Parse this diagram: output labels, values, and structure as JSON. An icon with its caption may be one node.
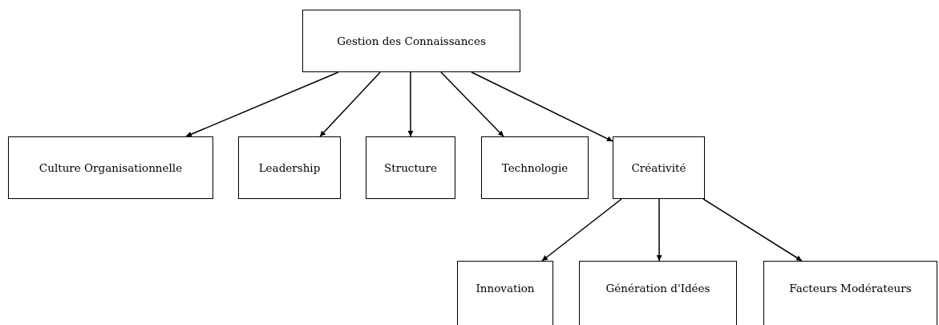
{
  "diagram": {
    "nodes": [
      {
        "text": [
          "Gestion des Connaissances"
        ]
      },
      {
        "text": [
          "Culture Organisationnelle"
        ]
      },
      {
        "text": [
          "Leadership"
        ]
      },
      {
        "text": [
          "Structure"
        ]
      },
      {
        "text": [
          "Technologie"
        ]
      },
      {
        "text": [
          "Créativité"
        ]
      },
      {
        "text": [
          "Innovation"
        ]
      },
      {
        "text": [
          "Génération d'Idées"
        ]
      },
      {
        "text": [
          "Facteurs Modérateurs"
        ]
      }
    ],
    "edges": [
      {
        "from": 0,
        "to": 1,
        "arrow": "to"
      },
      {
        "from": 0,
        "to": 2,
        "arrow": "to"
      },
      {
        "from": 0,
        "to": 3,
        "arrow": "to"
      },
      {
        "from": 0,
        "to": 4,
        "arrow": "to"
      },
      {
        "from": 0,
        "to": 5,
        "arrow": "to"
      },
      {
        "from": 5,
        "to": 6,
        "arrow": "to"
      },
      {
        "from": 5,
        "to": 7,
        "arrow": "to"
      },
      {
        "from": 5,
        "to": 8,
        "arrow": "to"
      }
    ]
  }
}
